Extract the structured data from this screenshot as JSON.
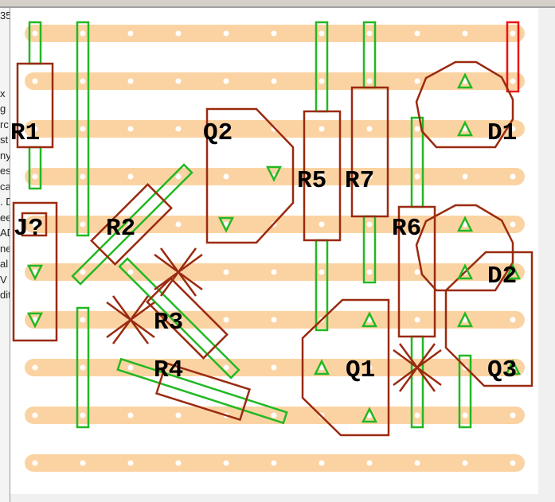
{
  "sidebar": {
    "fragments": [
      "35",
      "",
      "",
      "",
      "",
      "x",
      "g",
      "rc",
      "st",
      "ny",
      "es",
      "ca",
      ". D",
      "ee",
      "AD",
      "ne",
      "al",
      "V",
      "dit"
    ]
  },
  "colors": {
    "strip": "#fbd3a2",
    "hole": "#ffffff",
    "outline": "#9a2a10",
    "wire": "#22b822",
    "red_wire": "#ee1111",
    "cut": "#9a2a10"
  },
  "board": {
    "strips": 10,
    "columns": 11
  },
  "components": {
    "R1": "R1",
    "J": "J?",
    "R2": "R2",
    "Q2": "Q2",
    "R3": "R3",
    "R4": "R4",
    "R5": "R5",
    "R7": "R7",
    "R6": "R6",
    "Q1": "Q1",
    "D1": "D1",
    "D2": "D2",
    "Q3": "Q3"
  }
}
